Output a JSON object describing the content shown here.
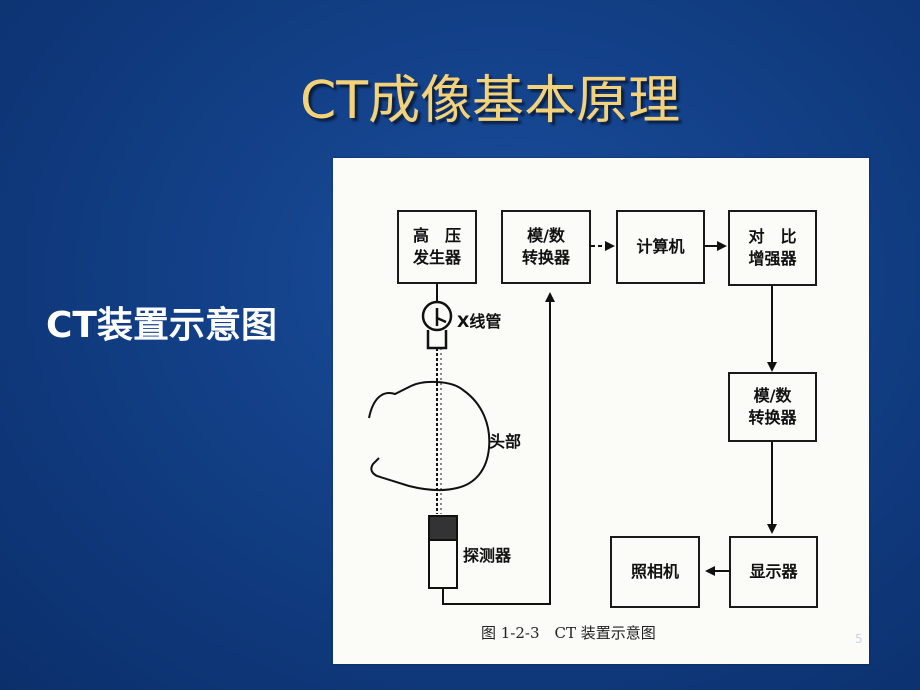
{
  "slide": {
    "title": "CT成像基本原理",
    "side_label": "CT装置示意图",
    "page_number": "5"
  },
  "diagram": {
    "boxes": {
      "high_voltage_1": "高　压",
      "high_voltage_2": "发生器",
      "ad_converter_top_1": "模/数",
      "ad_converter_top_2": "转换器",
      "computer": "计算机",
      "contrast_1": "对　比",
      "contrast_2": "增强器",
      "ad_converter_right_1": "模/数",
      "ad_converter_right_2": "转换器",
      "display": "显示器",
      "camera": "照相机"
    },
    "labels": {
      "xray_tube": "X线管",
      "head": "头部",
      "detector": "探测器"
    },
    "caption": "图 1-2-3　CT 装置示意图"
  }
}
